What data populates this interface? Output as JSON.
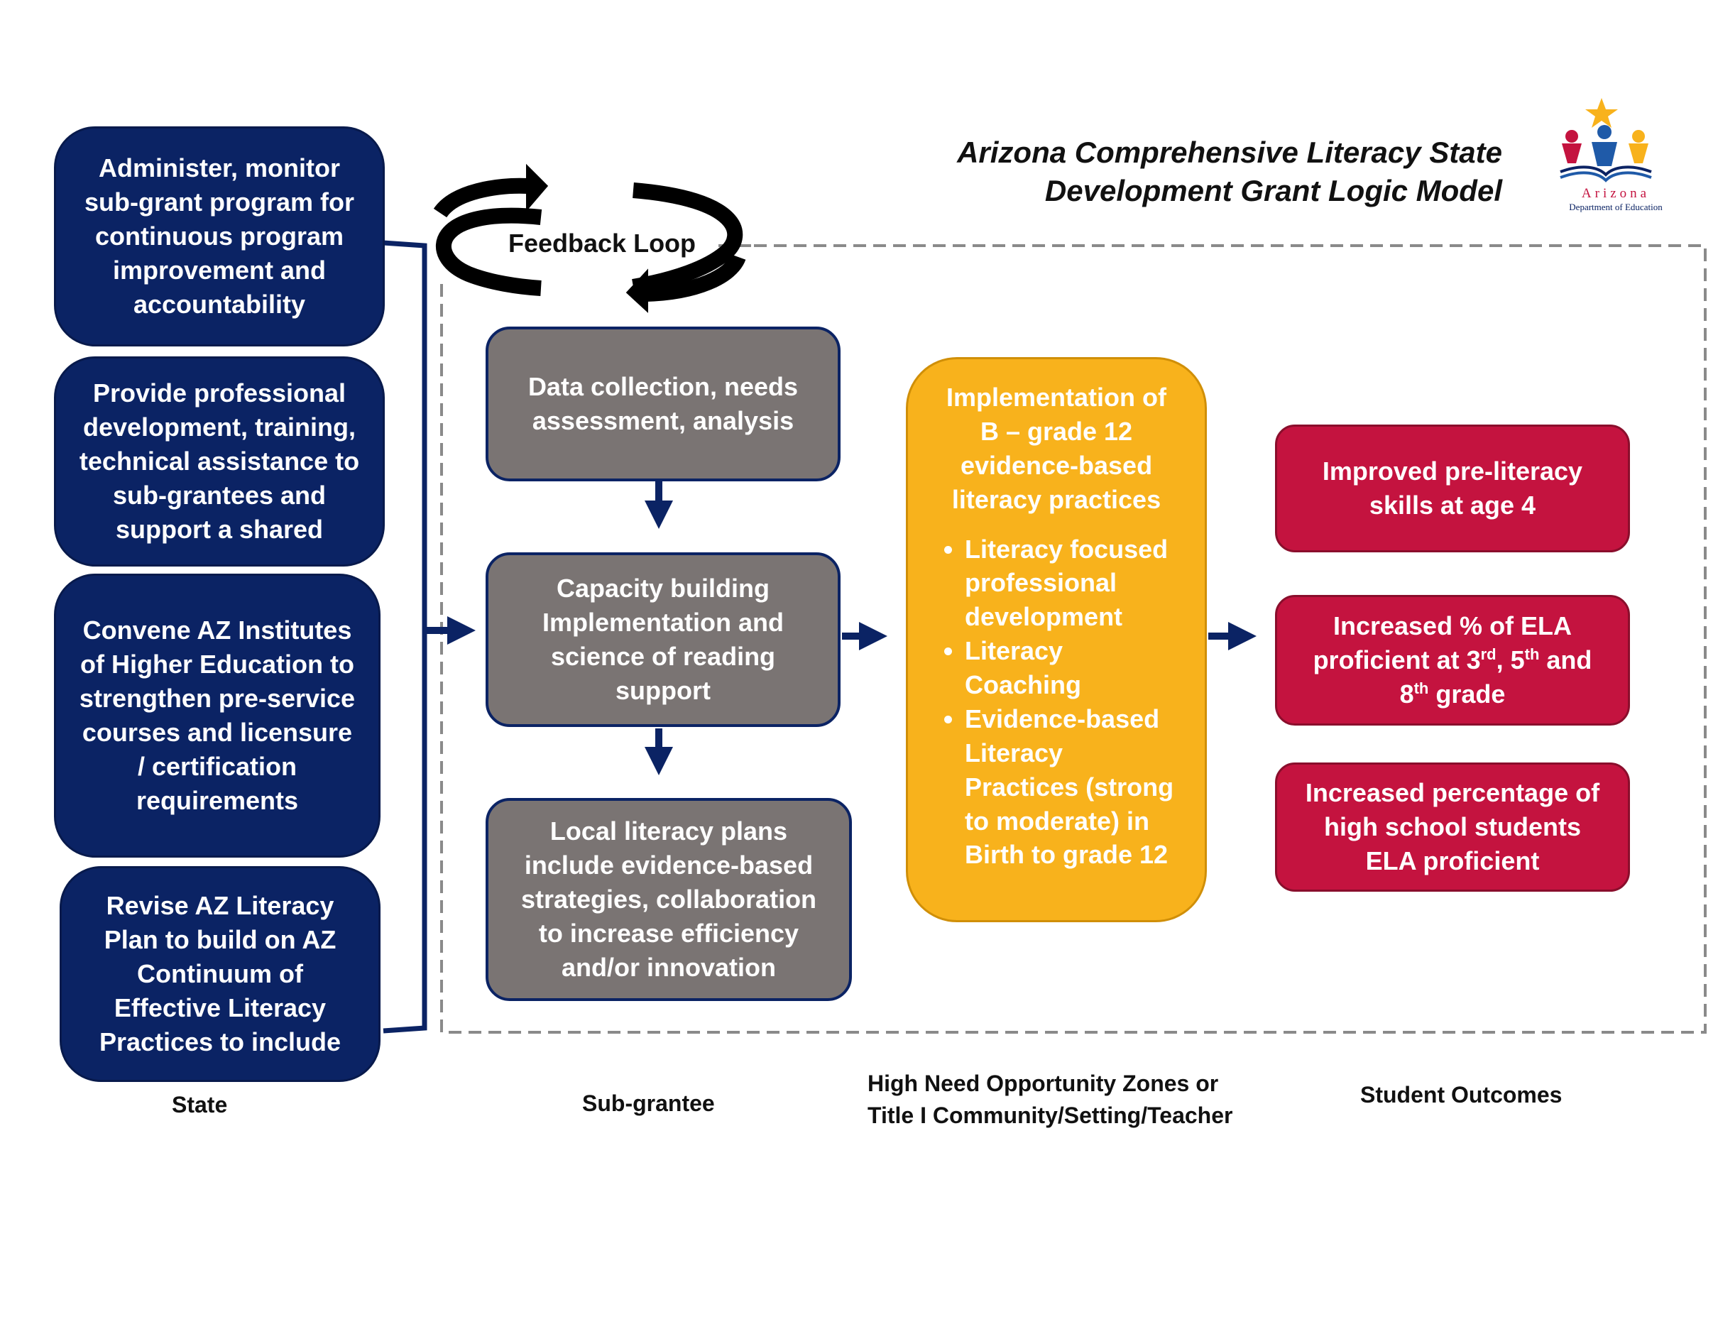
{
  "title": {
    "line1": "Arizona Comprehensive Literacy State",
    "line2": "Development Grant Logic Model"
  },
  "logo": {
    "name": "Arizona",
    "subtitle": "Department of Education"
  },
  "feedback_loop": "Feedback Loop",
  "state": {
    "label": "State",
    "boxes": [
      "Administer, monitor sub-grant program for continuous program improvement and accountability",
      "Provide professional development, training, technical assistance to sub-grantees and support a shared",
      "Convene AZ Institutes of Higher Education to strengthen pre-service courses and licensure / certification requirements",
      "Revise AZ Literacy Plan to build on AZ Continuum of Effective Literacy Practices to include"
    ]
  },
  "subgrantee": {
    "label": "Sub-grantee",
    "boxes": [
      "Data collection, needs assessment, analysis",
      "Capacity building Implementation and science of reading support",
      "Local literacy plans include evidence-based strategies, collaboration to increase efficiency and/or innovation"
    ]
  },
  "setting": {
    "label_line1": "High Need Opportunity Zones or",
    "label_line2": "Title I Community/Setting/Teacher",
    "heading": "Implementation of B – grade 12 evidence-based literacy practices",
    "bullets": [
      "Literacy focused professional development",
      "Literacy Coaching",
      "Evidence-based Literacy Practices (strong to moderate) in Birth to grade 12"
    ]
  },
  "outcomes": {
    "label": "Student Outcomes",
    "box1": "Improved pre-literacy skills at age 4",
    "box2": {
      "pre": "Increased % of ELA proficient at 3",
      "sup1": "rd",
      "mid1": ", 5",
      "sup2": "th",
      "mid2": " and 8",
      "sup3": "th",
      "post": " grade"
    },
    "box3": "Increased percentage of high school students ELA proficient"
  },
  "colors": {
    "navy": "#0b2364",
    "gray": "#7a7473",
    "orange": "#f8b21c",
    "red": "#c4133f"
  }
}
